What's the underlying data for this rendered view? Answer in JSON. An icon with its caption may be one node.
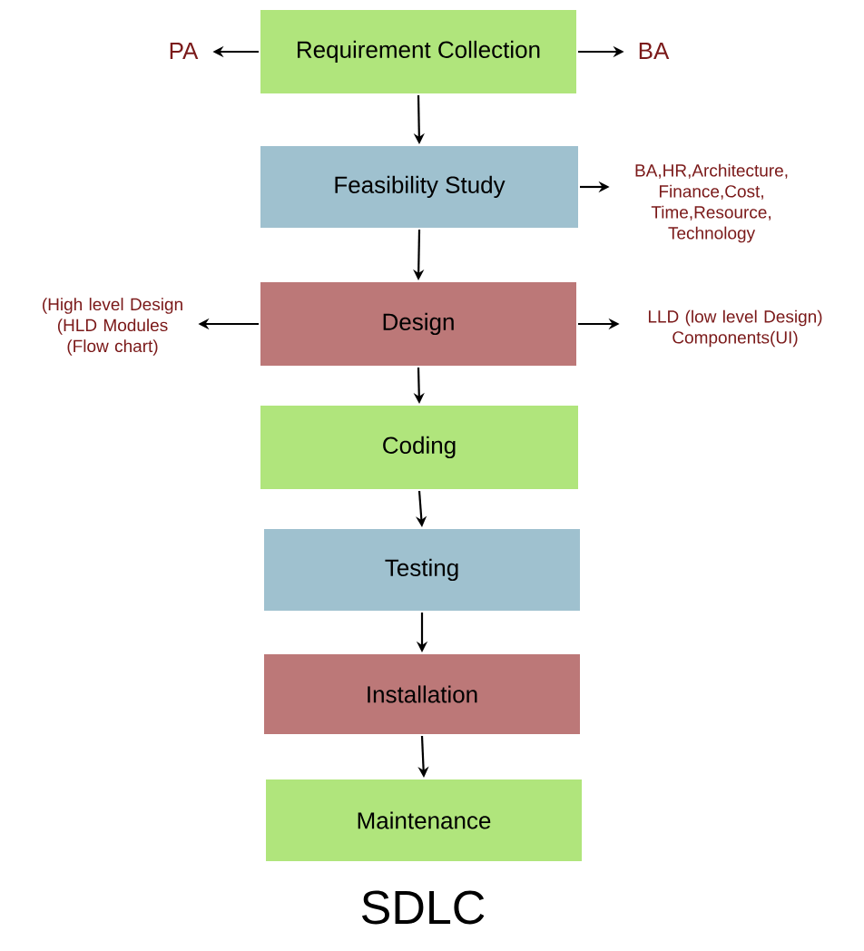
{
  "diagram": {
    "title": "SDLC",
    "nodes": [
      {
        "text": [
          "Requirement Collection"
        ]
      },
      {
        "text": [
          "Feasibility Study"
        ]
      },
      {
        "text": [
          "Design"
        ]
      },
      {
        "text": [
          "Coding"
        ]
      },
      {
        "text": [
          "Testing"
        ]
      },
      {
        "text": [
          "Installation"
        ]
      },
      {
        "text": [
          "Maintenance"
        ]
      },
      {
        "text": [
          "PA"
        ]
      },
      {
        "text": [
          "BA"
        ]
      },
      {
        "text": [
          "BA,HR,Architecture, Finance,Cost, Time,Resource, Technology"
        ]
      },
      {
        "text": [
          "(High level Design (HLD Modules (Flow chart)"
        ]
      },
      {
        "text": [
          "LLD (low level Design) Components(UI)"
        ]
      }
    ],
    "edges": [
      {
        "from": 0,
        "to": 7,
        "arrow": "to"
      },
      {
        "from": 0,
        "to": 8,
        "arrow": "to"
      },
      {
        "from": 0,
        "to": 1,
        "arrow": "to"
      },
      {
        "from": 1,
        "to": 9,
        "arrow": "to"
      },
      {
        "from": 1,
        "to": 2,
        "arrow": "to"
      },
      {
        "from": 2,
        "to": 10,
        "arrow": "to"
      },
      {
        "from": 2,
        "to": 11,
        "arrow": "to"
      },
      {
        "from": 2,
        "to": 3,
        "arrow": "to"
      },
      {
        "from": 3,
        "to": 4,
        "arrow": "to"
      },
      {
        "from": 4,
        "to": 5,
        "arrow": "to"
      },
      {
        "from": 5,
        "to": 6,
        "arrow": "to"
      }
    ]
  }
}
